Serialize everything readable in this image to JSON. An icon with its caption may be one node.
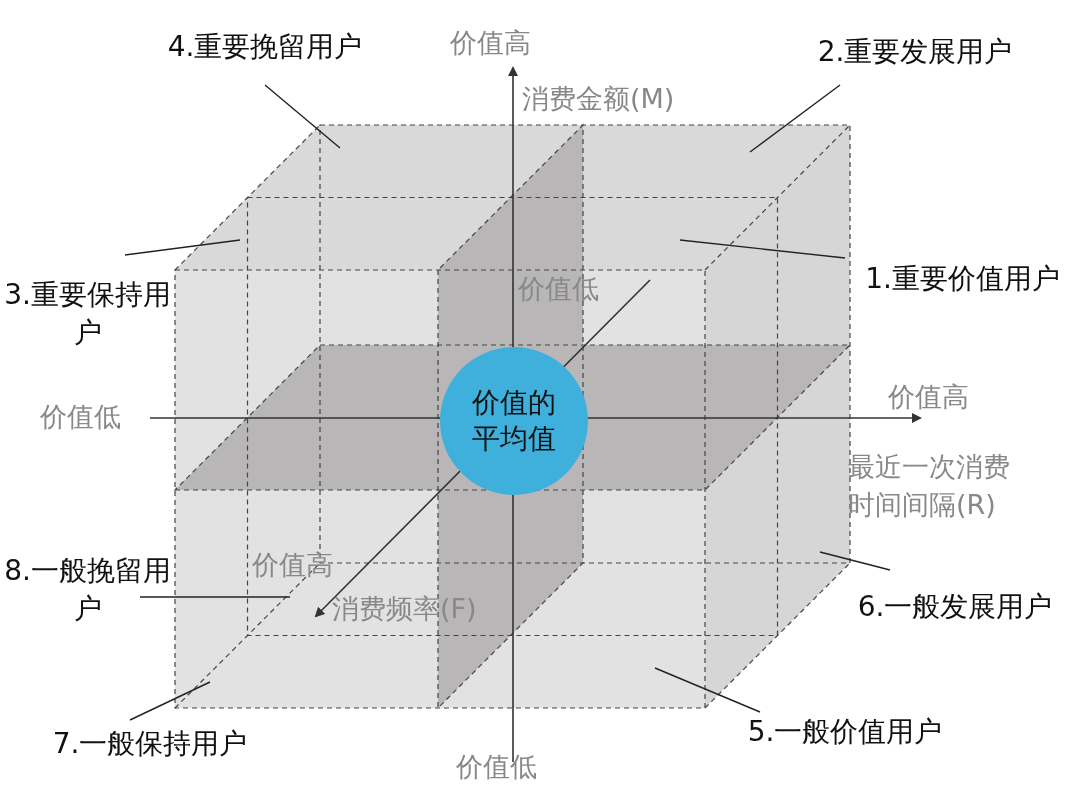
{
  "diagram": {
    "nodes": [
      {
        "text": [
          "价值的平均值"
        ]
      },
      {
        "text": [
          "4.重要挽留用户"
        ]
      },
      {
        "text": [
          "2.重要发展用户"
        ]
      },
      {
        "text": [
          "3.重要保持用户"
        ]
      },
      {
        "text": [
          "1.重要价值用户"
        ]
      },
      {
        "text": [
          "8.一般挽留用户"
        ]
      },
      {
        "text": [
          "6.一般发展用户"
        ]
      },
      {
        "text": [
          "7.一般保持用户"
        ]
      },
      {
        "text": [
          "5.一般价值用户"
        ]
      }
    ],
    "edges": [
      {
        "from": 1,
        "to": null,
        "arrow": "none"
      },
      {
        "from": 2,
        "to": null,
        "arrow": "none"
      },
      {
        "from": 3,
        "to": null,
        "arrow": "none"
      },
      {
        "from": 4,
        "to": null,
        "arrow": "none"
      },
      {
        "from": 5,
        "to": null,
        "arrow": "none"
      },
      {
        "from": 6,
        "to": null,
        "arrow": "none"
      },
      {
        "from": 7,
        "to": null,
        "arrow": "none"
      },
      {
        "from": 8,
        "to": null,
        "arrow": "none"
      }
    ],
    "labels": [
      "价值高",
      "消费金额(M)",
      "价值低",
      "价值低",
      "价值高",
      "最近一次消费时间间隔(R)",
      "价值高",
      "消费频率(F)",
      "价值低"
    ]
  }
}
